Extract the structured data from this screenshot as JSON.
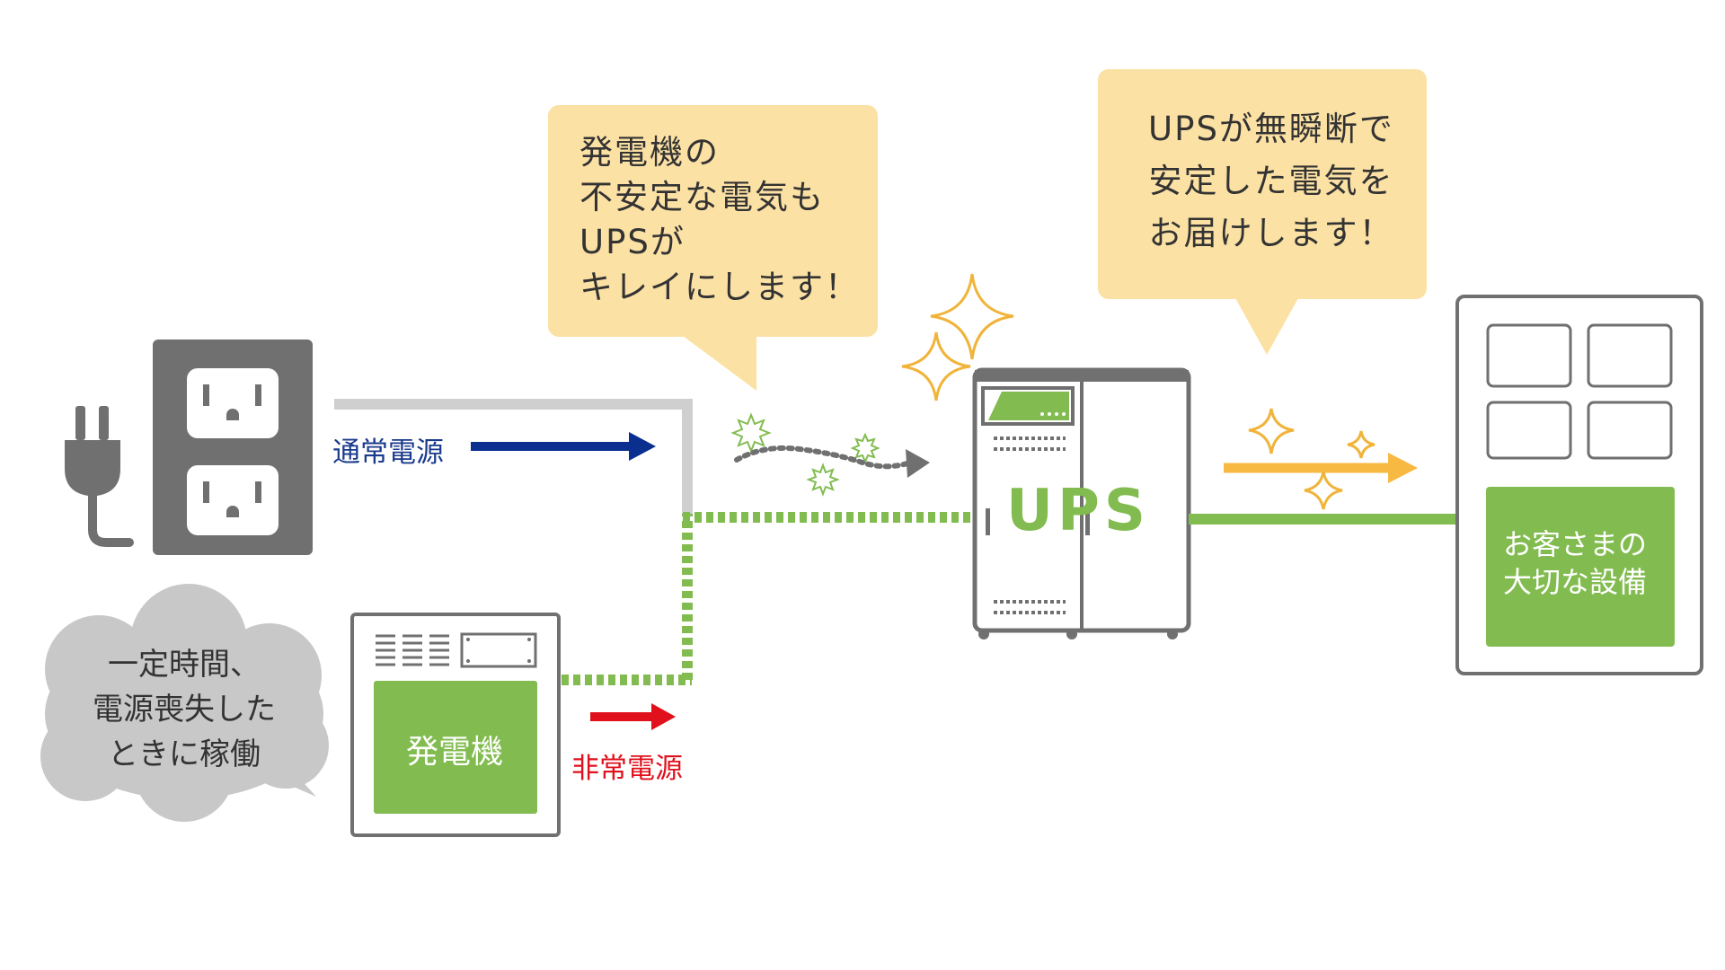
{
  "callouts": {
    "generator": "発電機の\n不安定な電気も\nUPSが\nキレイにします！",
    "ups": "UPSが無瞬断で\n安定した電気を\nお届けします！"
  },
  "cloud": "一定時間、\n電源喪失した\nときに稼働",
  "labels": {
    "normal_power": "通常電源",
    "emergency_power": "非常電源",
    "generator": "発電機",
    "ups": "UPS",
    "equipment": "お客さまの\n大切な設備"
  },
  "colors": {
    "green": "#82bc50",
    "callout_bg": "#fce1a4",
    "device_gray": "#707070",
    "normal_arrow": "#0a2f8f",
    "emergency_arrow": "#e0101c",
    "clean_arrow": "#f7b942",
    "sparkle": "#f0b43a"
  },
  "icons": [
    "plug-icon",
    "wall-outlet-icon",
    "sparkle-icon",
    "noise-spark-icon"
  ]
}
